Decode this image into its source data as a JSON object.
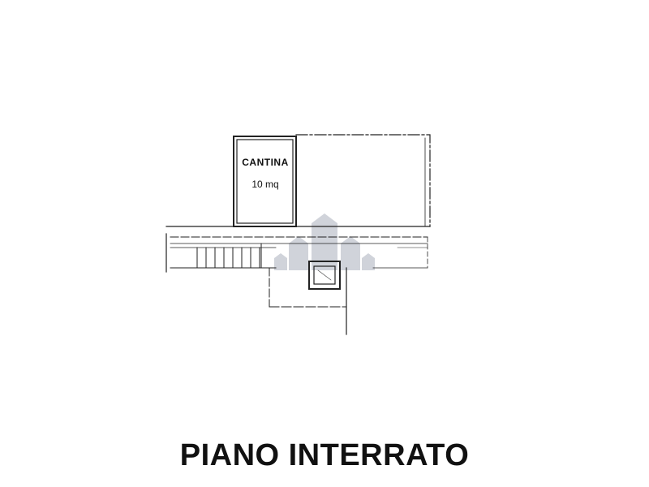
{
  "plan": {
    "room": {
      "name": "CANTINA",
      "area": "10 mq"
    },
    "title": "PIANO INTERRATO"
  },
  "colors": {
    "line": "#222222",
    "watermark": "#c8ccd4"
  },
  "icons": {
    "watermark": "house-logo-watermark"
  }
}
